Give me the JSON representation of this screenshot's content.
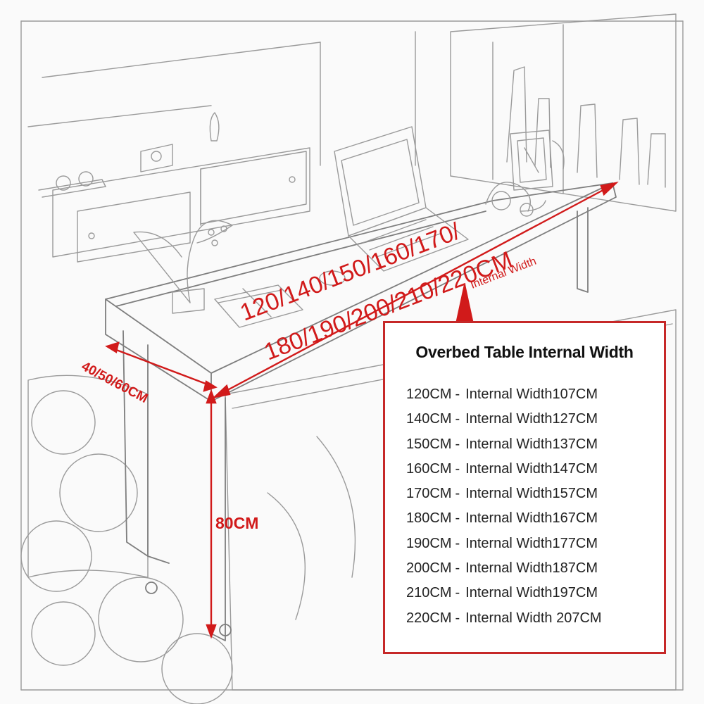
{
  "dimensions": {
    "length_line1": "120/140/150/160/170/",
    "length_line2": "180/190/200/210/220CM",
    "internal_label": "Internal Width",
    "depth": "40/50/60CM",
    "height": "80CM"
  },
  "info_box": {
    "title": "Overbed Table Internal Width",
    "rows": [
      {
        "size": "120CM",
        "separator": "-",
        "internal": "Internal Width107CM"
      },
      {
        "size": "140CM",
        "separator": "-",
        "internal": "Internal Width127CM"
      },
      {
        "size": "150CM",
        "separator": "-",
        "internal": "Internal Width137CM"
      },
      {
        "size": "160CM",
        "separator": "-",
        "internal": "Internal Width147CM"
      },
      {
        "size": "170CM",
        "separator": "-",
        "internal": "Internal Width157CM"
      },
      {
        "size": "180CM",
        "separator": "-",
        "internal": "Internal Width167CM"
      },
      {
        "size": "190CM",
        "separator": "-",
        "internal": "Internal Width177CM"
      },
      {
        "size": "200CM",
        "separator": "-",
        "internal": "Internal Width187CM"
      },
      {
        "size": "210CM",
        "separator": "-",
        "internal": "Internal Width197CM"
      },
      {
        "size": "220CM",
        "separator": "-",
        "internal": "Internal Width 207CM"
      }
    ]
  },
  "colors": {
    "annotation": "#d11a1a",
    "box_border": "#c62828",
    "sketch_line": "#9a9a9a"
  },
  "illustration": {
    "style": "pencil-sketch",
    "objects": [
      "overbed-table",
      "laptop-icon",
      "headphones-icon",
      "photo-frame-icon",
      "plant-icon",
      "book-icon",
      "bed",
      "window",
      "wall-cabinet"
    ]
  }
}
